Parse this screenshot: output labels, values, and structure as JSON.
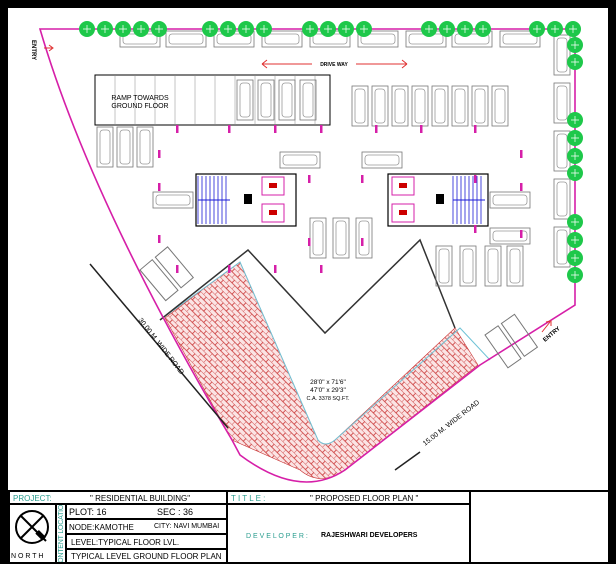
{
  "plan": {
    "ramp_label_line1": "RAMP TOWARDS",
    "ramp_label_line2": "GROUND FLOOR",
    "driveway_label": "DRIVE WAY",
    "entry_left": "ENTRY",
    "entry_right": "ENTRY",
    "road_left": "30.00 M. WIDE ROAD",
    "road_bottom": "15.00 M. WIDE ROAD",
    "area_dim1": "28'0\" x 71'6\"",
    "area_dim2": "47'0\" x 29'3\"",
    "carpet_area": "C.A. 3378 SQ.FT."
  },
  "title_block": {
    "project_label": "PROJECT:",
    "project_value": "\" RESIDENTIAL BUILDING\"",
    "title_label": "T I T L E :",
    "title_value": "\" PROPOSED FLOOR PLAN \"",
    "north_label": "N O R T H",
    "side_label": "CONTENT LOCATION",
    "plot": "PLOT: 16",
    "sec": "SEC : 36",
    "node": "NODE:KAMOTHE",
    "city": "CITY: NAVI MUMBAI",
    "level": "LEVEL:TYPICAL FLOOR LVL.",
    "typical": "TYPICAL LEVEL GROUND FLOOR PLAN",
    "developer_label": "D E V E L O P E R :",
    "developer_value": "RAJESHWARI DEVELOPERS"
  },
  "colors": {
    "boundary": "#d61fa8",
    "trees": "#1ec84a",
    "stairs": "#1a1ad6",
    "paving": "#d04040",
    "setback": "#6fc3d6"
  }
}
